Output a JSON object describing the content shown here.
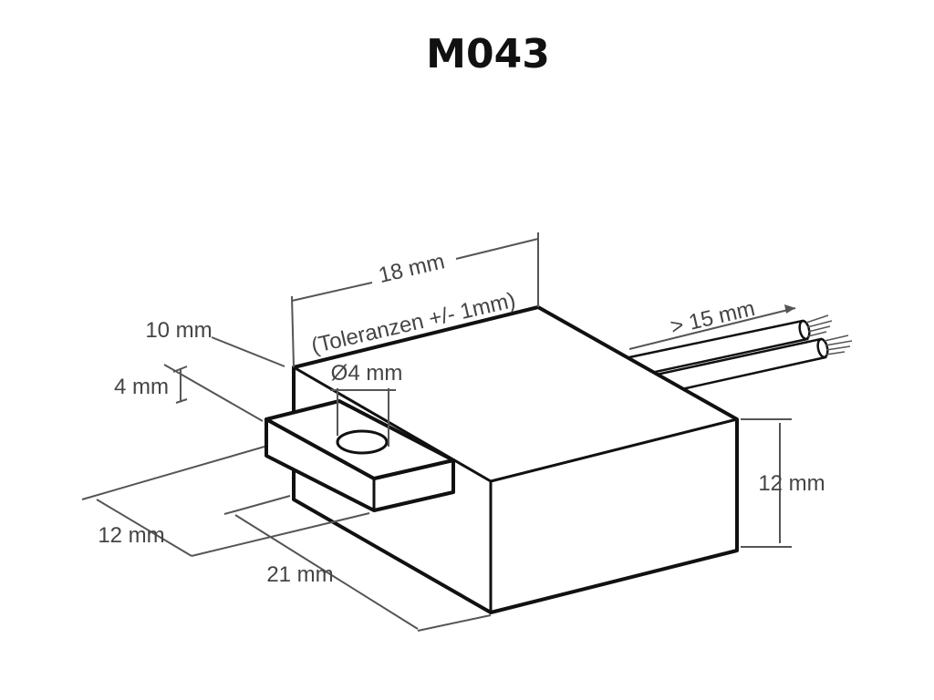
{
  "title": "M043",
  "dimensions": {
    "length": "18 mm",
    "tolerance": "(Toleranzen +/- 1mm)",
    "tab_depth": "10 mm",
    "tab_thickness": "4 mm",
    "hole_diameter": "Ø4 mm",
    "wire_length": "> 15 mm",
    "height": "12 mm",
    "tab_width": "12 mm",
    "width": "21 mm"
  },
  "colors": {
    "outline": "#111111",
    "dimension": "#555555",
    "text": "#444444",
    "background": "#ffffff"
  }
}
